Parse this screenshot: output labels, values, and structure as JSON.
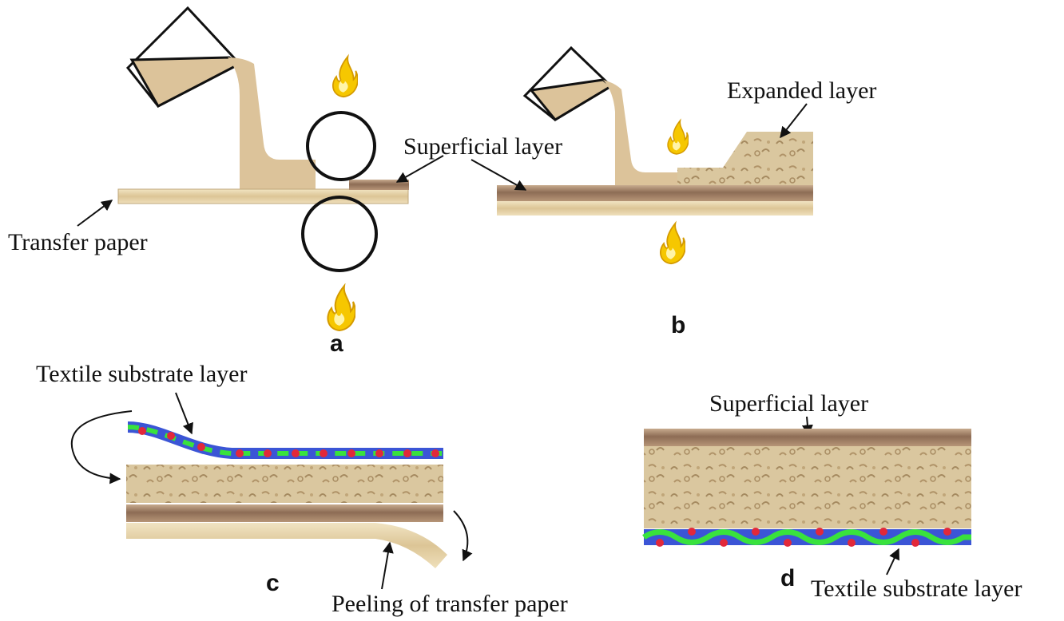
{
  "panels": {
    "a": {
      "letter": "a",
      "transfer_paper_label": "Transfer paper",
      "superficial_layer_label": "Superficial layer"
    },
    "b": {
      "letter": "b",
      "expanded_layer_label": "Expanded layer"
    },
    "c": {
      "letter": "c",
      "textile_substrate_label": "Textile substrate layer",
      "peeling_label": "Peeling of transfer paper"
    },
    "d": {
      "letter": "d",
      "superficial_layer_label": "Superficial layer",
      "textile_substrate_label": "Textile substrate layer"
    }
  },
  "colors": {
    "paste": "#dcc39a",
    "paper": "#e8d7b0",
    "superficial": "#9b7c64",
    "foam": "#d9c69c",
    "flame": "#f6c700",
    "fiber_green": "#39e23d",
    "fiber_blue": "#3b55d6",
    "fiber_red": "#e2283a"
  }
}
